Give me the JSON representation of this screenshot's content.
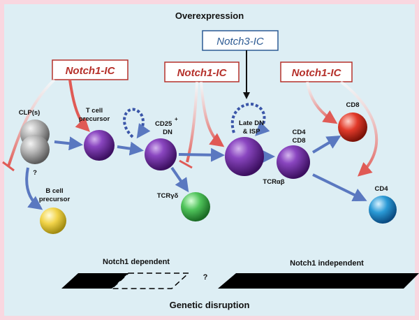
{
  "top_title": "Overexpression",
  "bottom_title": "Genetic disruption",
  "boxes": {
    "notch1_left": "Notch1-IC",
    "notch1_mid": "Notch1-IC",
    "notch1_right": "Notch1-IC",
    "notch3": "Notch3-IC"
  },
  "cells": {
    "clp": "CLP(s)",
    "clp_q": "?",
    "b_precursor_1": "B cell",
    "b_precursor_2": "precursor",
    "t_precursor_1": "T cell",
    "t_precursor_2": "precursor",
    "cd25_1": "CD25",
    "cd25_sup": "+",
    "cd25_2": "DN",
    "tcr_gd": "TCRγδ",
    "late_dn_1": "Late DN",
    "late_dn_2": "& ISP",
    "cd4cd8_1": "CD4",
    "cd4cd8_2": "CD8",
    "tcr_ab": "TCRαβ",
    "cd8": "CD8",
    "cd4": "CD4"
  },
  "dependency": {
    "dependent": "Notch1 dependent",
    "independent": "Notch1 independent",
    "unknown": "?"
  },
  "colors": {
    "background": "#ddeef4",
    "border": "#f9d7e0",
    "notch1_box": "#b5302a",
    "notch3_box": "#2c5a93",
    "blue_arrow": "#5a78c0",
    "red_arrow": "#e05a55",
    "purple_cell": "#6a2a9c",
    "gray_cell": "#9a9a9a",
    "yellow_cell": "#f2d44a",
    "green_cell": "#4fc35a",
    "red_cell": "#e23a2a",
    "cyan_cell": "#2a9ad6"
  }
}
